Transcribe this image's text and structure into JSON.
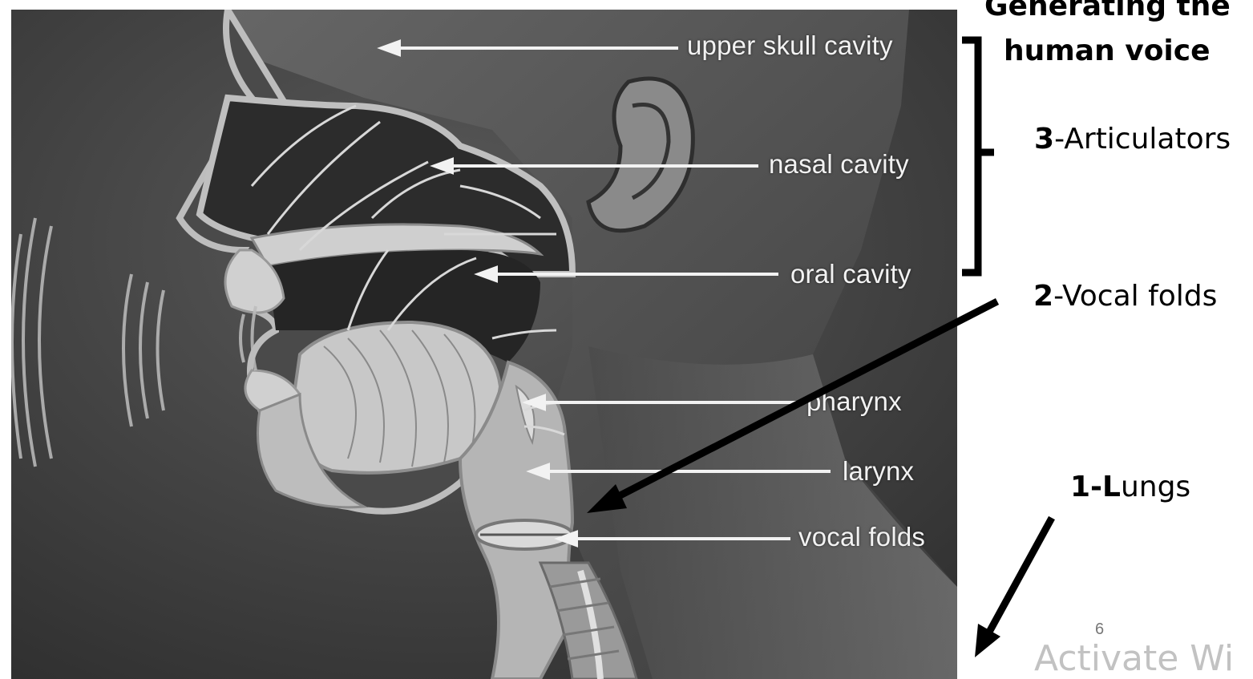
{
  "heading": {
    "line1": "Generating the",
    "line2": "human voice"
  },
  "labels": {
    "upper_skull": "upper skull cavity",
    "nasal": "nasal cavity",
    "oral": "oral cavity",
    "pharynx": "pharynx",
    "larynx": "larynx",
    "vocal_folds": "vocal folds"
  },
  "stages": {
    "articulators": {
      "num": "3",
      "text": "-Articulators"
    },
    "vocal_folds": {
      "num": "2",
      "text": "-Vocal folds"
    },
    "lungs": {
      "num": "1-L",
      "text": "ungs"
    }
  },
  "page_number": "6",
  "watermark": "Activate Wi",
  "colors": {
    "background_dark": "#3a3a3a",
    "tissue_light": "#c9c9c9",
    "label_text": "#f2f2f2",
    "side_text": "#000000"
  },
  "icons": [
    "brace-icon",
    "arrow-icon",
    "sound-wave-icon"
  ]
}
